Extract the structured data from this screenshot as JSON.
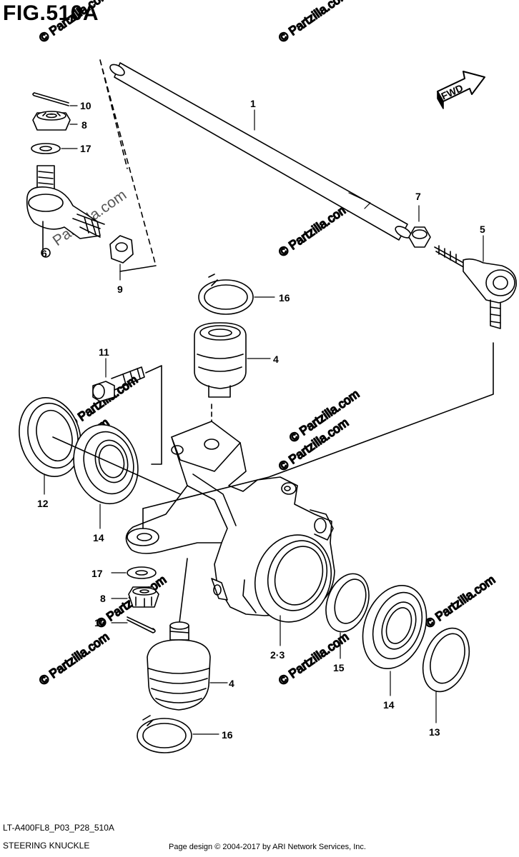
{
  "figure": {
    "title": "FIG.510A",
    "code": "LT-A400FL8_P03_P28_510A",
    "name": "STEERING KNUCKLE",
    "copyright": "Page design © 2004-2017 by ARI Network Services, Inc."
  },
  "direction_badge": "FWD",
  "watermark": "Partzilla.com",
  "watermark_small": "© Partzilla.com",
  "callouts": {
    "c1": "1",
    "c2_3": "2·3",
    "c4_top": "4",
    "c4_bottom": "4",
    "c5": "5",
    "c6": "6",
    "c7": "7",
    "c8_top": "8",
    "c8_bottom": "8",
    "c9": "9",
    "c10_top": "10",
    "c10_bottom": "10",
    "c11": "11",
    "c12": "12",
    "c13": "13",
    "c14_left": "14",
    "c14_right": "14",
    "c15": "15",
    "c16_top": "16",
    "c16_bottom": "16",
    "c17_top": "17",
    "c17_bottom": "17"
  }
}
